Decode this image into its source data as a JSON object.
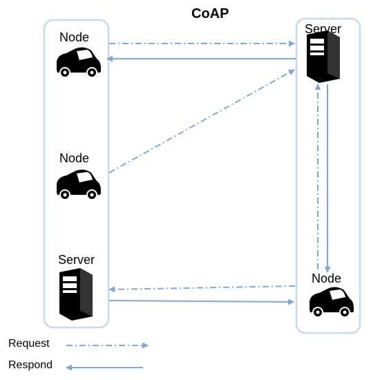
{
  "title": "CoAP",
  "nodes": {
    "left_top": "Node",
    "left_mid": "Node",
    "left_bottom": "Server",
    "right_top": "Server",
    "right_bottom": "Node"
  },
  "legend": {
    "request": "Request",
    "respond": "Respond"
  },
  "colors": {
    "arrow": "#7fa7dc",
    "panel_border": "#c9d8ee",
    "icon": "#000000"
  },
  "icons": {
    "car": "car-icon",
    "server": "server-icon"
  }
}
